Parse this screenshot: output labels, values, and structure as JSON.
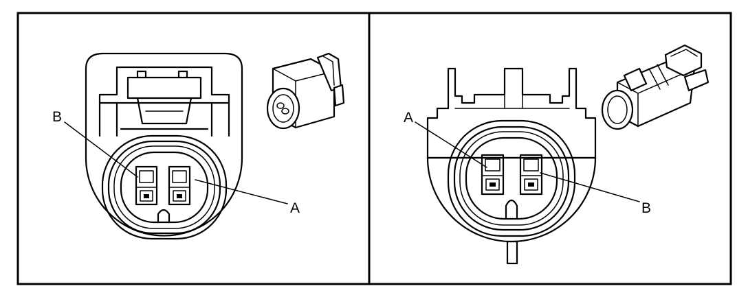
{
  "left_panel": {
    "label_upper": "B",
    "label_lower": "A"
  },
  "right_panel": {
    "label_upper": "A",
    "label_lower": "B"
  },
  "colors": {
    "line": "#000000",
    "background": "#ffffff"
  }
}
